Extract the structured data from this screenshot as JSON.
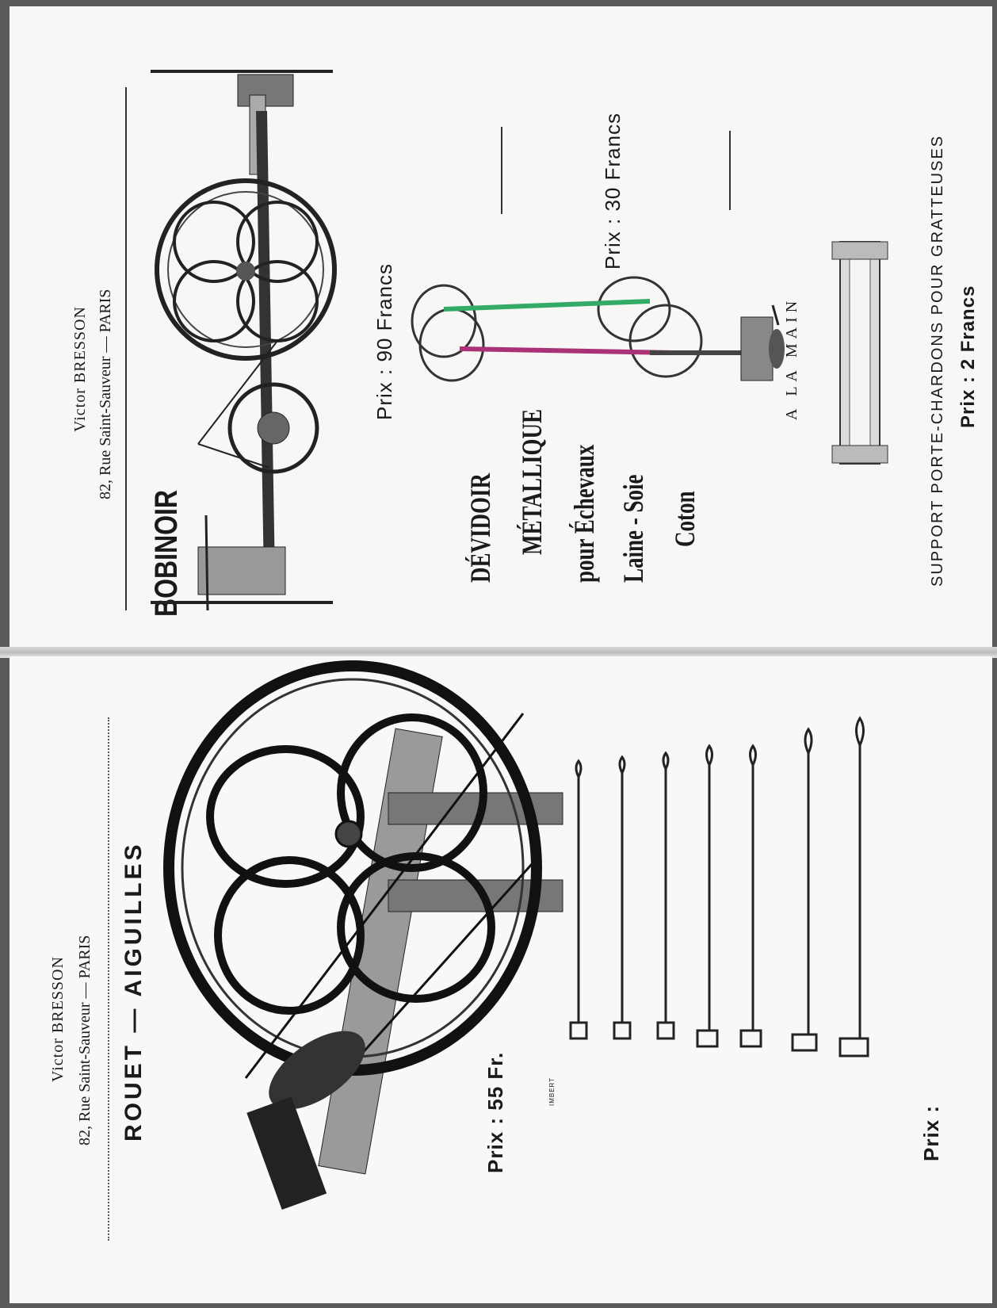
{
  "top_page": {
    "publisher_name": "Victor BRESSON",
    "publisher_address": "82, Rue Saint-Sauveur — PARIS",
    "bobinoir": {
      "title": "BOBINOIR",
      "price": "Prix : 90 Francs"
    },
    "devidoir": {
      "line1": "DÉVIDOIR",
      "line2": "MÉTALLIQUE",
      "line3": "pour Échevaux",
      "line4": "Laine - Soie",
      "line5": "Coton",
      "price": "Prix : 30 Francs",
      "caption": "A LA MAIN"
    },
    "support": {
      "title": "SUPPORT PORTE-CHARDONS POUR GRATTEUSES",
      "price": "Prix : 2 Francs"
    }
  },
  "bottom_page": {
    "publisher_name": "Victor BRESSON",
    "publisher_address": "82, Rue Saint-Sauveur — PARIS",
    "title": "ROUET — AIGUILLES",
    "rouet_price": "Prix : 55 Fr.",
    "engraver_mark": "IMBERT",
    "aiguilles_price": "Prix :"
  }
}
